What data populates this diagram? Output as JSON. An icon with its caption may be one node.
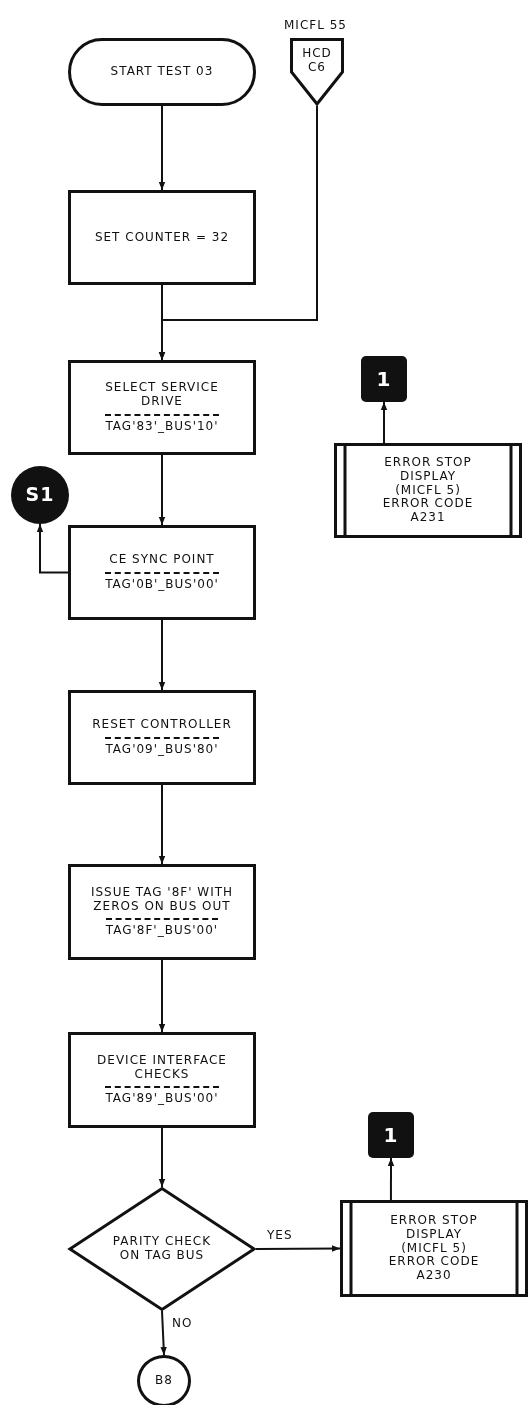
{
  "diagram": {
    "nodes": [
      {
        "text": [
          "START TEST 03"
        ]
      },
      {
        "text": [
          "HCD C6"
        ],
        "beside": [
          "MICFL 55"
        ]
      },
      {
        "text": [
          "SET COUNTER = 32"
        ]
      },
      {
        "text": [
          "SELECT SERVICE DRIVE",
          "TAG'83'_BUS'10'"
        ]
      },
      {
        "text": [
          "1"
        ]
      },
      {
        "text": [
          "ERROR STOP DISPLAY (MICFL 5) ERROR CODE A231"
        ]
      },
      {
        "text": [
          "S1"
        ]
      },
      {
        "text": [
          "CE SYNC POINT",
          "TAG'0B'_BUS'00'"
        ]
      },
      {
        "text": [
          "RESET CONTROLLER",
          "TAG'09'_BUS'80'"
        ]
      },
      {
        "text": [
          "ISSUE TAG '8F' WITH ZEROS ON BUS OUT",
          "TAG'8F'_BUS'00'"
        ]
      },
      {
        "text": [
          "DEVICE INTERFACE CHECKS",
          "TAG'89'_BUS'00'"
        ]
      },
      {
        "text": [
          "1"
        ]
      },
      {
        "text": [
          "PARITY CHECK ON TAG BUS"
        ]
      },
      {
        "text": [
          "ERROR STOP DISPLAY (MICFL 5) ERROR CODE A230"
        ]
      },
      {
        "text": [
          "B8"
        ]
      }
    ],
    "edges": [
      {
        "from": 0,
        "to": 2,
        "arrow": "to"
      },
      {
        "from": 2,
        "to": 3,
        "arrow": "to"
      },
      {
        "from": 1,
        "to": 3,
        "arrow": "to"
      },
      {
        "from": 3,
        "to": 7,
        "arrow": "to"
      },
      {
        "from": 7,
        "to": 6,
        "arrow": "to"
      },
      {
        "from": 5,
        "to": 4,
        "arrow": "to"
      },
      {
        "from": 7,
        "to": 8,
        "arrow": "to"
      },
      {
        "from": 8,
        "to": 9,
        "arrow": "to"
      },
      {
        "from": 9,
        "to": 10,
        "arrow": "to"
      },
      {
        "from": 10,
        "to": 12,
        "arrow": "to"
      },
      {
        "from": 12,
        "to": 13,
        "label": "YES",
        "arrow": "to"
      },
      {
        "from": 12,
        "to": 14,
        "label": "NO",
        "arrow": "to"
      },
      {
        "from": 13,
        "to": 11,
        "arrow": "to"
      }
    ]
  }
}
